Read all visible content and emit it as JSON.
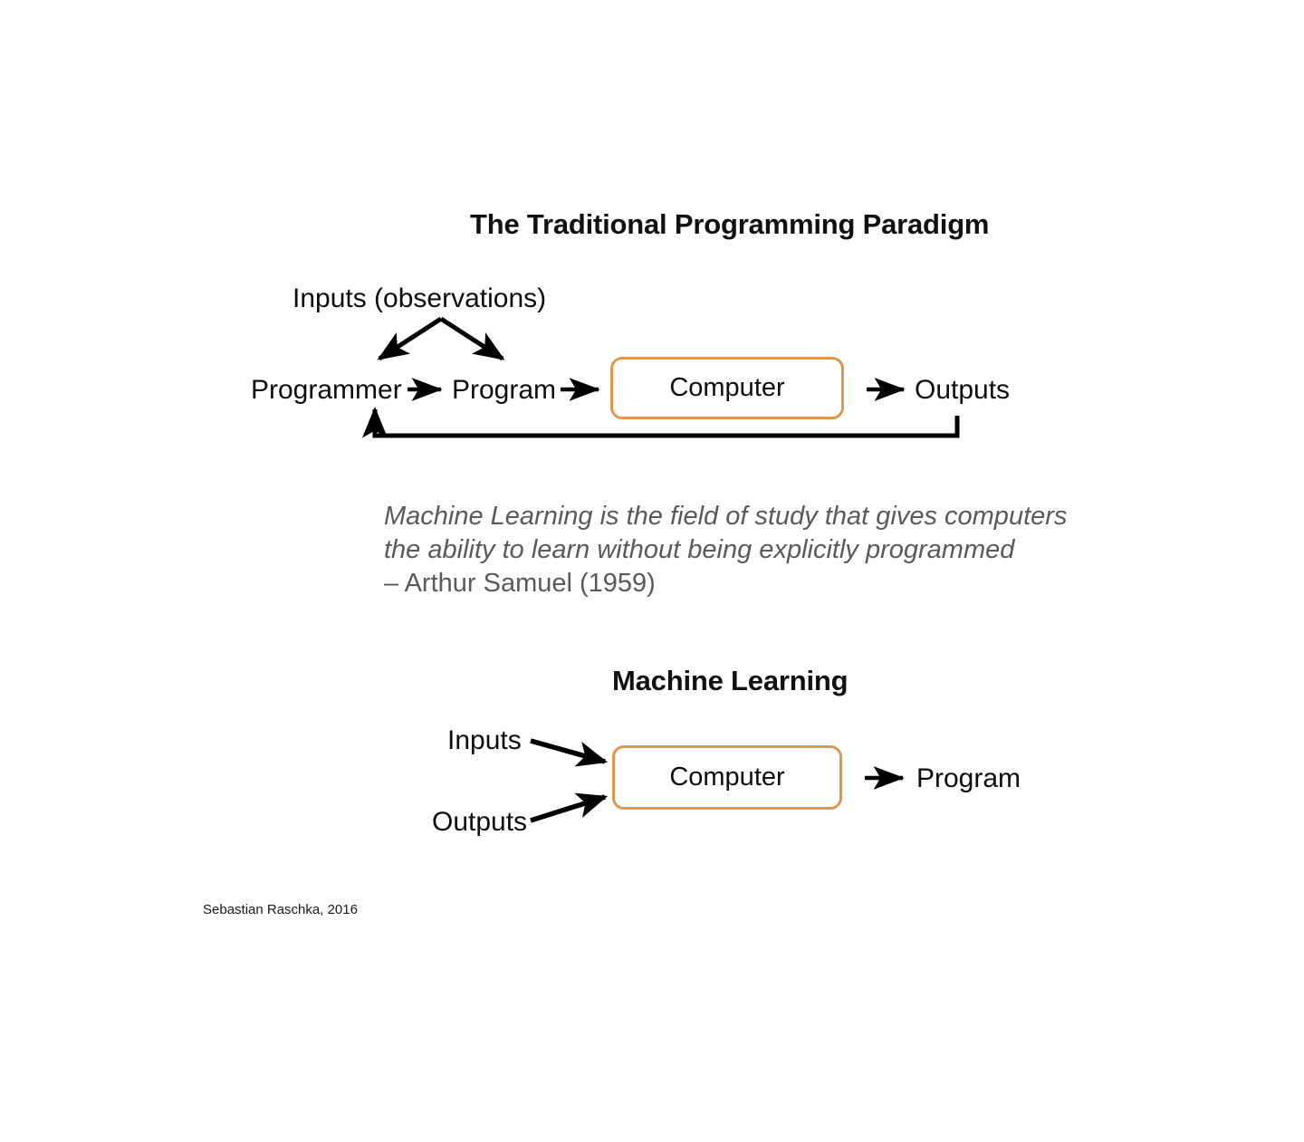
{
  "slide": {
    "footer_credit": "Sebastian Raschka, 2016",
    "accent_color": "#e2954f",
    "text_color": "#0d0d0d",
    "quote_color": "#5a5a5a"
  },
  "traditional": {
    "title": "The Traditional Programming Paradigm",
    "inputs_label": "Inputs (observations)",
    "programmer_label": "Programmer",
    "program_label": "Program",
    "computer_label": "Computer",
    "outputs_label": "Outputs"
  },
  "quote": {
    "line1": "Machine Learning is the field of study that gives computers",
    "line2": "the ability to learn without being explicitly programmed",
    "attribution": "– Arthur Samuel (1959)"
  },
  "machine_learning": {
    "title": "Machine Learning",
    "inputs_label": "Inputs",
    "outputs_label": "Outputs",
    "computer_label": "Computer",
    "program_label": "Program"
  }
}
